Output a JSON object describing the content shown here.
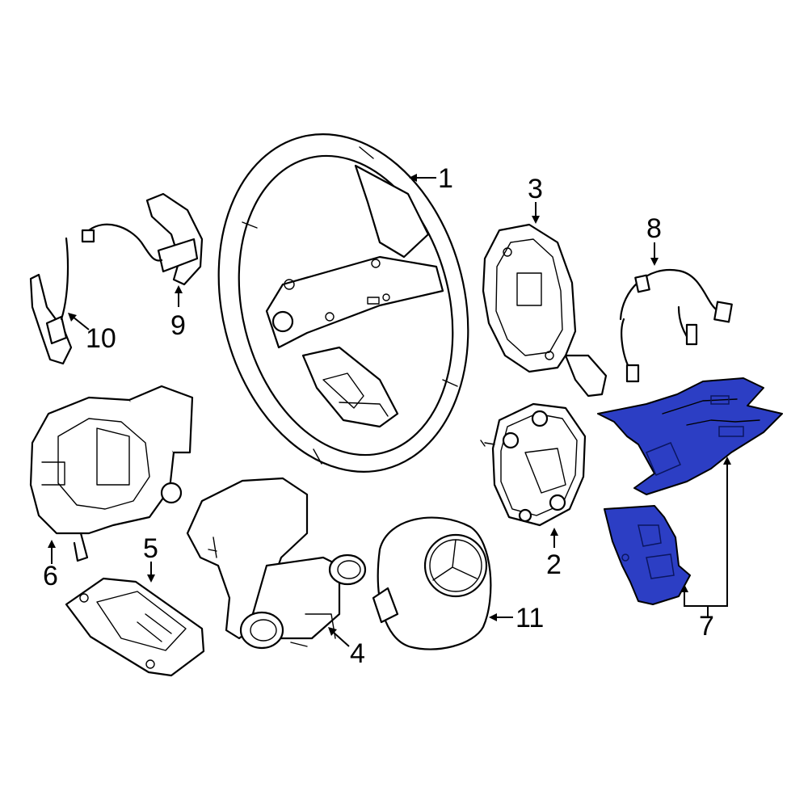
{
  "callouts": {
    "c1": "1",
    "c2": "2",
    "c3": "3",
    "c4": "4",
    "c5": "5",
    "c6": "6",
    "c7": "7",
    "c8": "8",
    "c9": "9",
    "c10": "10",
    "c11": "11"
  },
  "highlight_part": "7",
  "colors": {
    "highlight": "#2c3ec4",
    "line": "#000000",
    "background": "#ffffff"
  }
}
